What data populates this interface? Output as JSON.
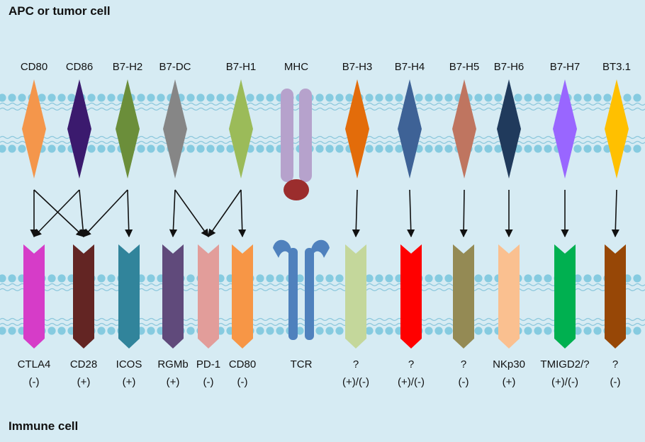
{
  "titles": {
    "apc": "APC or tumor cell",
    "immune": "Immune cell"
  },
  "colors": {
    "background": "#d6ebf3",
    "membrane_bead": "#86cbe0",
    "membrane_tail": "#8cc7dc",
    "arrow": "#111111"
  },
  "ligands": [
    {
      "id": "cd80",
      "label": "CD80",
      "color": "#f4964b"
    },
    {
      "id": "cd86",
      "label": "CD86",
      "color": "#3b1a6e"
    },
    {
      "id": "b7h2",
      "label": "B7-H2",
      "color": "#6b8e3a"
    },
    {
      "id": "b7dc",
      "label": "B7-DC",
      "color": "#868686"
    },
    {
      "id": "b7h1",
      "label": "B7-H1",
      "color": "#9bbb59"
    },
    {
      "id": "mhc",
      "label": "MHC",
      "color": "#b6a2cc",
      "knob_color": "#9b2d2d"
    },
    {
      "id": "b7h3",
      "label": "B7-H3",
      "color": "#e36c0a"
    },
    {
      "id": "b7h4",
      "label": "B7-H4",
      "color": "#3e6296"
    },
    {
      "id": "b7h5",
      "label": "B7-H5",
      "color": "#bf7560"
    },
    {
      "id": "b7h6",
      "label": "B7-H6",
      "color": "#203a5c"
    },
    {
      "id": "b7h7",
      "label": "B7-H7",
      "color": "#9966ff"
    },
    {
      "id": "bt31",
      "label": "BT3.1",
      "color": "#ffc000"
    }
  ],
  "receptors": [
    {
      "id": "ctla4",
      "label": "CTLA4",
      "effect": "(-)",
      "color": "#d63cc8"
    },
    {
      "id": "cd28",
      "label": "CD28",
      "effect": "(+)",
      "color": "#632523"
    },
    {
      "id": "icos",
      "label": "ICOS",
      "effect": "(+)",
      "color": "#31849b"
    },
    {
      "id": "rgmb",
      "label": "RGMb",
      "effect": "(+)",
      "color": "#604a7b"
    },
    {
      "id": "pd1",
      "label": "PD-1",
      "effect": "(-)",
      "color": "#e29d9a"
    },
    {
      "id": "cd80r",
      "label": "CD80",
      "effect": "(-)",
      "color": "#f79646"
    },
    {
      "id": "tcr",
      "label": "TCR",
      "effect": "",
      "color": "#4f81bd"
    },
    {
      "id": "unk1",
      "label": "?",
      "effect": "(+)/(-)",
      "color": "#c4d79b"
    },
    {
      "id": "unk2",
      "label": "?",
      "effect": "(+)/(-)",
      "color": "#ff0000"
    },
    {
      "id": "unk3",
      "label": "?",
      "effect": "(-)",
      "color": "#948a54"
    },
    {
      "id": "nkp30",
      "label": "NKp30",
      "effect": "(+)",
      "color": "#fac090"
    },
    {
      "id": "tmigd2",
      "label": "TMIGD2/?",
      "effect": "(+)/(-)",
      "color": "#00b050"
    },
    {
      "id": "unk4",
      "label": "?",
      "effect": "(-)",
      "color": "#974706"
    }
  ],
  "interactions": [
    {
      "from": "cd80",
      "to": "ctla4"
    },
    {
      "from": "cd80",
      "to": "cd28"
    },
    {
      "from": "cd86",
      "to": "ctla4"
    },
    {
      "from": "cd86",
      "to": "cd28"
    },
    {
      "from": "b7h2",
      "to": "cd28"
    },
    {
      "from": "b7h2",
      "to": "icos"
    },
    {
      "from": "b7dc",
      "to": "rgmb"
    },
    {
      "from": "b7dc",
      "to": "pd1"
    },
    {
      "from": "b7h1",
      "to": "pd1"
    },
    {
      "from": "b7h1",
      "to": "cd80r"
    },
    {
      "from": "b7h3",
      "to": "unk1"
    },
    {
      "from": "b7h4",
      "to": "unk2"
    },
    {
      "from": "b7h5",
      "to": "unk3"
    },
    {
      "from": "b7h6",
      "to": "nkp30"
    },
    {
      "from": "b7h7",
      "to": "tmigd2"
    },
    {
      "from": "bt31",
      "to": "unk4"
    }
  ]
}
